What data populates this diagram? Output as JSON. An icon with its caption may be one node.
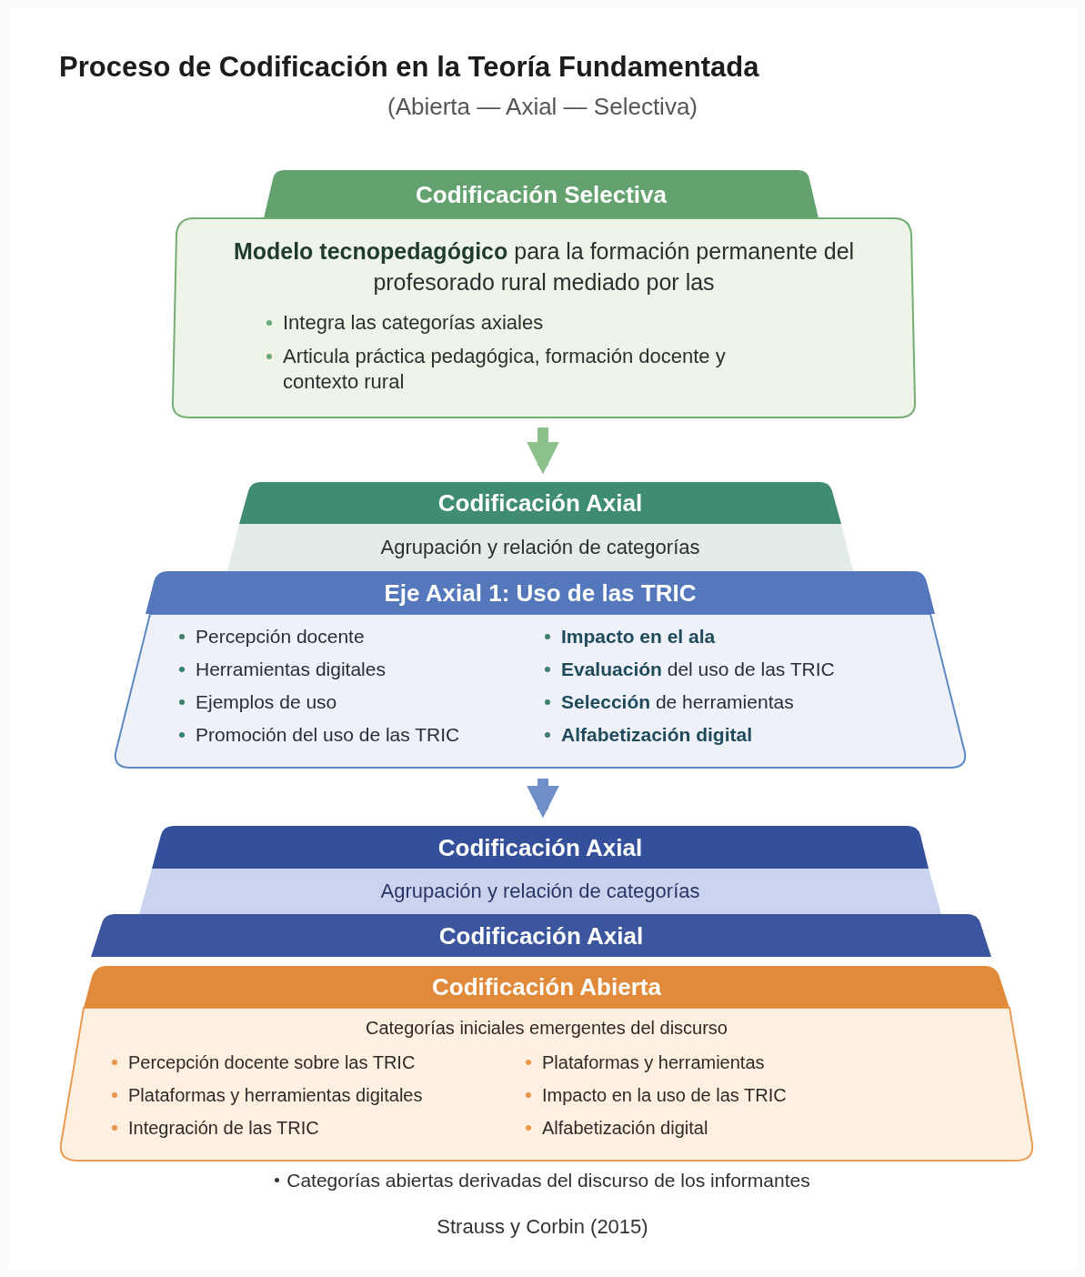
{
  "diagram": {
    "title": "Proceso de Codificación en la Teoría Fundamentada",
    "nodes": [
      {
        "text": [
          "Codificación Selectiva",
          "**Modelo tecnopedagógico** para la formación permanente del profesorado rural mediado por las",
          "Integra las categorías axiales",
          "Articula práctica pedagógica, formación docente y contexto rural"
        ]
      },
      {
        "text": [
          "Codificación Axial",
          "Agrupación y relación de categorías"
        ]
      },
      {
        "text": [
          "Eje Axial 1: Uso de las TRIC",
          "Percepción docente",
          "Herramientas digitales",
          "Ejemplos de uso",
          "Promoción del uso de las TRIC",
          "**Impacto en el ala**",
          "**Evaluación** del uso de las TRIC",
          "**Selección** de herramientas",
          "**Alfabetización digital**"
        ]
      },
      {
        "text": [
          "Codificación Axial",
          "Agrupación y relación de categorías"
        ]
      },
      {
        "text": [
          "Codificación Axial"
        ]
      },
      {
        "text": [
          "Codificación Abierta",
          "Categorías iniciales emergentes del discurso",
          "Percepción docente sobre las TRIC",
          "Plataformas y herramientas digitales",
          "Integración de las TRIC",
          "Plataformas y herramientas",
          "Impacto en la uso de las TRIC",
          "Alfabetización digital"
        ]
      }
    ],
    "edges": [
      {
        "from": 0,
        "to": 1,
        "arrow": "to",
        "color": "#8cc08c"
      },
      {
        "from": 2,
        "to": 3,
        "arrow": "to",
        "color": "#6f8fc8"
      }
    ],
    "labels": [
      "(Abierta — Axial — Selectiva)",
      "Categorías abiertas derivadas del discurso de los informantes",
      "Strauss y Corbin (2015)"
    ]
  }
}
